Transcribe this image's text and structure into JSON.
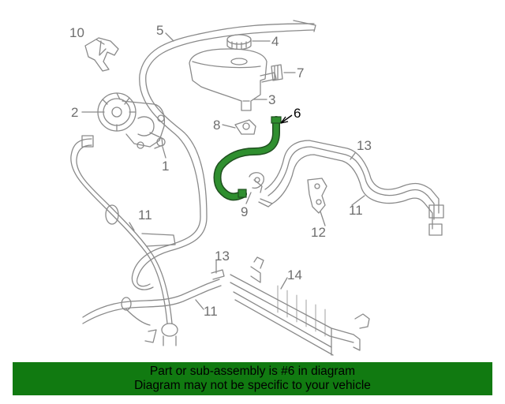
{
  "diagram": {
    "highlight_color": "#117a11",
    "line_color": "#8a8a8a",
    "callouts": [
      {
        "id": "1",
        "label": "1"
      },
      {
        "id": "2",
        "label": "2"
      },
      {
        "id": "3",
        "label": "3"
      },
      {
        "id": "4",
        "label": "4"
      },
      {
        "id": "5",
        "label": "5"
      },
      {
        "id": "6",
        "label": "6",
        "highlighted": true
      },
      {
        "id": "7",
        "label": "7"
      },
      {
        "id": "8",
        "label": "8"
      },
      {
        "id": "9",
        "label": "9"
      },
      {
        "id": "10",
        "label": "10"
      },
      {
        "id": "11a",
        "label": "11"
      },
      {
        "id": "11b",
        "label": "11"
      },
      {
        "id": "11c",
        "label": "11"
      },
      {
        "id": "12",
        "label": "12"
      },
      {
        "id": "13a",
        "label": "13"
      },
      {
        "id": "13b",
        "label": "13"
      },
      {
        "id": "14",
        "label": "14"
      }
    ]
  },
  "banner": {
    "line1": "Part or sub-assembly is #6 in diagram",
    "line2": "Diagram may not be specific to your vehicle",
    "background": "#117a11"
  }
}
